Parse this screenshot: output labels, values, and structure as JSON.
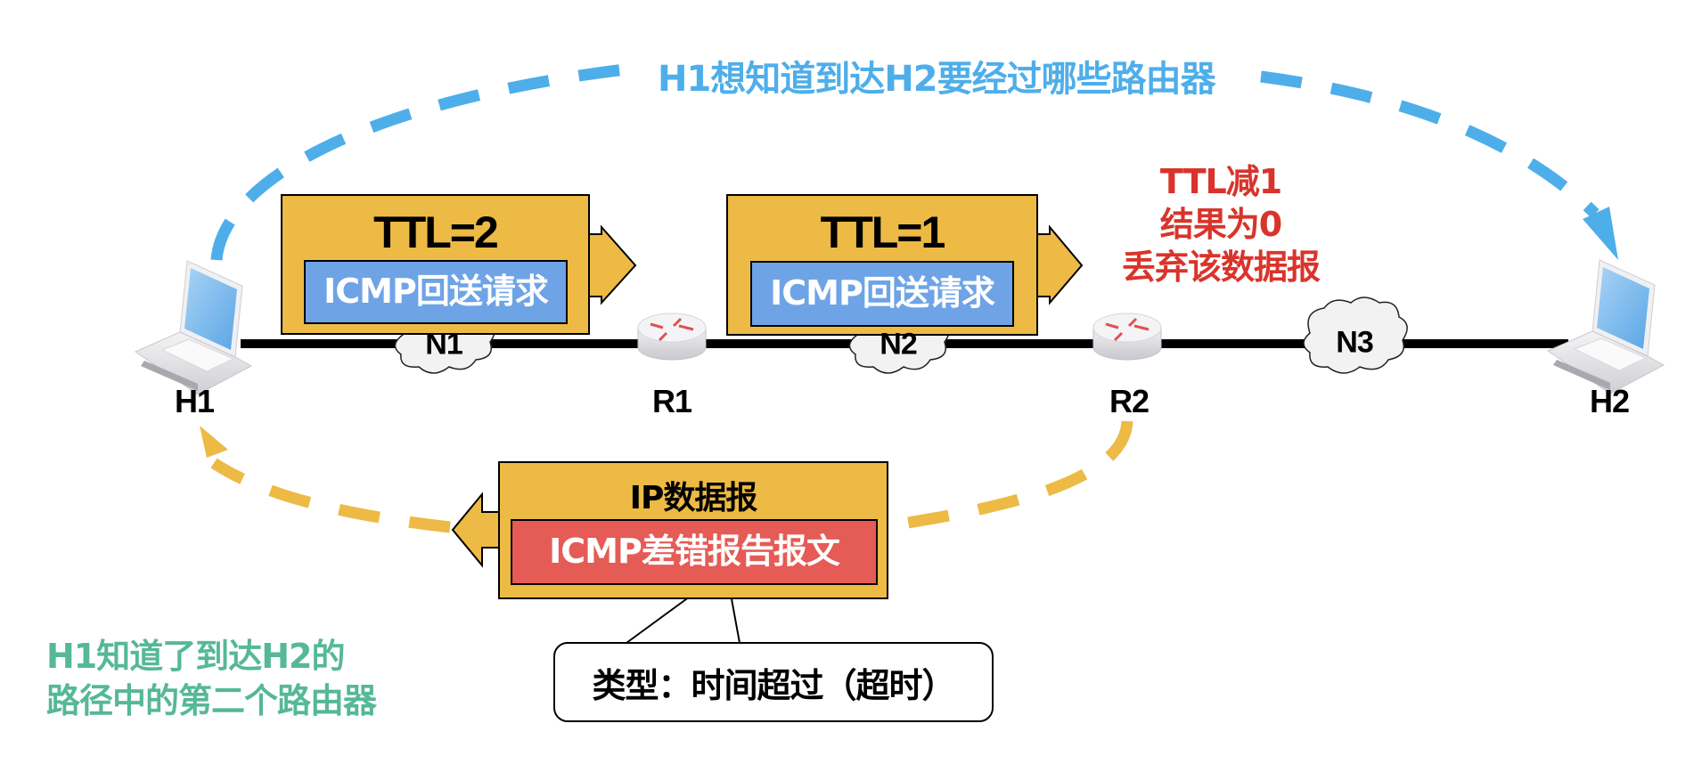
{
  "diagram": {
    "title": "H1想知道到达H2要经过哪些路由器",
    "hosts": [
      {
        "id": "H1",
        "label": "H1"
      },
      {
        "id": "H2",
        "label": "H2"
      }
    ],
    "routers": [
      {
        "id": "R1",
        "label": "R1"
      },
      {
        "id": "R2",
        "label": "R2"
      }
    ],
    "networks": [
      {
        "id": "N1",
        "label": "N1"
      },
      {
        "id": "N2",
        "label": "N2"
      },
      {
        "id": "N3",
        "label": "N3"
      }
    ],
    "packets": [
      {
        "ttl_label": "TTL=2",
        "payload": "ICMP回送请求",
        "direction": "right",
        "segment": "N1"
      },
      {
        "ttl_label": "TTL=1",
        "payload": "ICMP回送请求",
        "direction": "right",
        "segment": "N2"
      }
    ],
    "r2_note": [
      "TTL减1",
      "结果为0",
      "丢弃该数据报"
    ],
    "reply_packet": {
      "header": "IP数据报",
      "payload": "ICMP差错报告报文",
      "direction": "left"
    },
    "callout": "类型：时间超过（超时）",
    "conclusion": [
      "H1知道了到达H2的",
      "路径中的第二个路由器"
    ],
    "colors": {
      "request_arc": "#4eaee9",
      "reply_arc": "#ecba45",
      "packet_bg": "#ecba45",
      "request_payload_bg": "#6ea3e6",
      "error_payload_bg": "#e55b55",
      "note_red": "#d9342b",
      "conclusion_green": "#55b898"
    }
  }
}
